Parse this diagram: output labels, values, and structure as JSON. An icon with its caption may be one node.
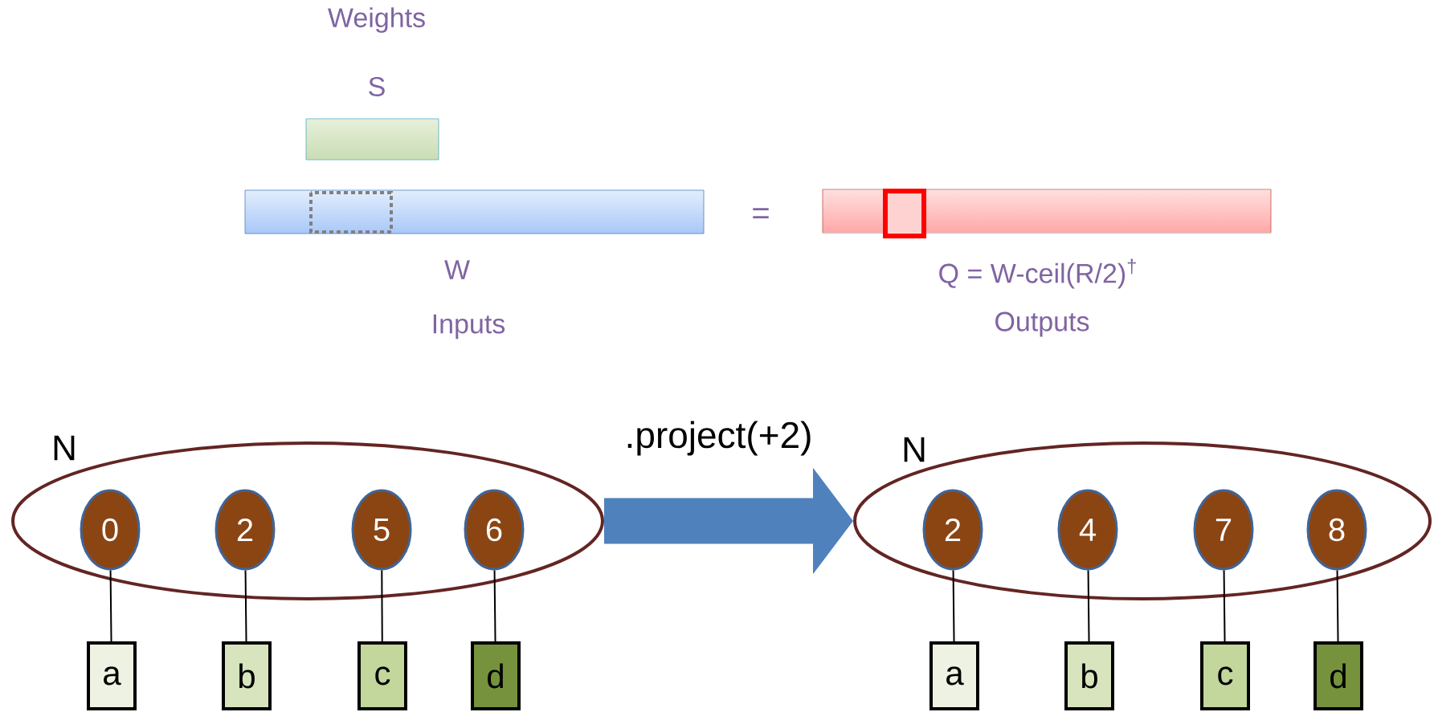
{
  "diagram": {
    "nodes": [
      {
        "text": [
          "Weights",
          "S"
        ]
      },
      {
        "text": [
          "W",
          "Inputs"
        ]
      },
      {
        "text": [
          "Q = W-ceil(R/2)$^{†}$",
          "Outputs"
        ]
      },
      {
        "text": [
          "N"
        ]
      },
      {
        "text": [
          "0"
        ],
        "in": 3
      },
      {
        "text": [
          "2"
        ],
        "in": 3
      },
      {
        "text": [
          "5"
        ],
        "in": 3
      },
      {
        "text": [
          "6"
        ],
        "in": 3
      },
      {
        "text": [
          "a"
        ]
      },
      {
        "text": [
          "b"
        ]
      },
      {
        "text": [
          "c"
        ]
      },
      {
        "text": [
          "d"
        ]
      },
      {
        "text": [
          "N"
        ]
      },
      {
        "text": [
          "2"
        ],
        "in": 12
      },
      {
        "text": [
          "4"
        ],
        "in": 12
      },
      {
        "text": [
          "7"
        ],
        "in": 12
      },
      {
        "text": [
          "8"
        ],
        "in": 12
      },
      {
        "text": [
          "a"
        ]
      },
      {
        "text": [
          "b"
        ]
      },
      {
        "text": [
          "c"
        ]
      },
      {
        "text": [
          "d"
        ]
      }
    ],
    "edges": [
      {
        "from": 4,
        "to": 8,
        "arrow": "none"
      },
      {
        "from": 5,
        "to": 9,
        "arrow": "none"
      },
      {
        "from": 6,
        "to": 10,
        "arrow": "none"
      },
      {
        "from": 7,
        "to": 11,
        "arrow": "none"
      },
      {
        "from": 13,
        "to": 17,
        "arrow": "none"
      },
      {
        "from": 14,
        "to": 18,
        "arrow": "none"
      },
      {
        "from": 15,
        "to": 19,
        "arrow": "none"
      },
      {
        "from": 16,
        "to": 20,
        "arrow": "none"
      },
      {
        "from": 3,
        "to": 12,
        "arrow": "to",
        "label": ".project(+2)",
        "style": "thick",
        "color": "#4f81bd"
      }
    ],
    "labels": [
      "="
    ]
  }
}
